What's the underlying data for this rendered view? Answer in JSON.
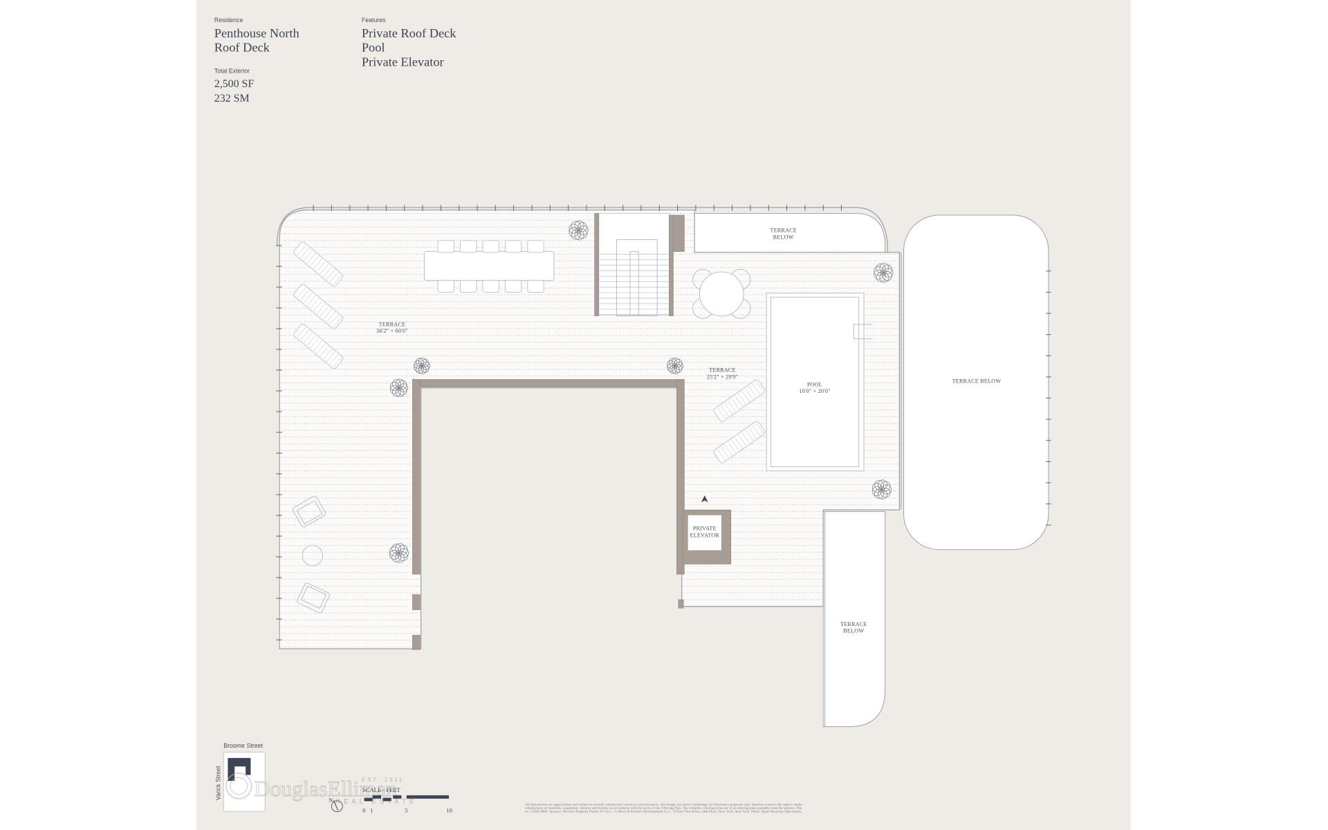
{
  "header": {
    "residence_label": "Residence",
    "residence_line1": "Penthouse North",
    "residence_line2": "Roof Deck",
    "total_exterior_label": "Total Exterior",
    "area_sf": "2,500 SF",
    "area_sm": "232 SM",
    "features_label": "Features",
    "features": [
      "Private Roof Deck",
      "Pool",
      "Private Elevator"
    ]
  },
  "plan": {
    "main_terrace": {
      "name": "TERRACE",
      "dims": "36'2\" × 60'0\""
    },
    "terrace_below_top": {
      "line1": "TERRACE",
      "line2": "BELOW"
    },
    "pool_terrace": {
      "name": "TERRACE",
      "dims": "25'2\" × 29'9\""
    },
    "pool": {
      "name": "POOL",
      "dims": "10'0\" × 20'0\""
    },
    "terrace_below_right": "TERRACE BELOW",
    "elevator": {
      "line1": "PRIVATE",
      "line2": "ELEVATOR"
    },
    "terrace_below_bottom": {
      "line1": "TERRACE",
      "line2": "BELOW"
    }
  },
  "key_map": {
    "street_top": "Broome Street",
    "street_side": "Varick Street"
  },
  "scale": {
    "label": "SCALE - FEET",
    "ticks": [
      "0",
      "1",
      "5",
      "10"
    ],
    "north": "N"
  },
  "logo": {
    "name": "DouglasElliman",
    "est": "EST. 1911",
    "tagline": "REAL ESTATE"
  },
  "disclaimer": [
    "All dimensions are approximate and subject to normal construction variances and tolerances. All images are artists' renderings for illustrative purposes only. Sponsor reserves the right to make",
    "substitutions of materials, equipment, fixtures and finishes in accordance with the terms of the Offering Plan. The complete offering terms are in an offering plan available from the sponsor. File",
    "no. CD20-0000. Sponsor: Broome Property Owner JV LLC, c/o Bizzi & Partners Development LLC, 70 East 55th Street, 24th Floor, New York, New York 10022. Equal Housing Opportunity."
  ],
  "colors": {
    "page": "#efebe6",
    "wall": "#a79d95",
    "text": "#3e4454"
  }
}
